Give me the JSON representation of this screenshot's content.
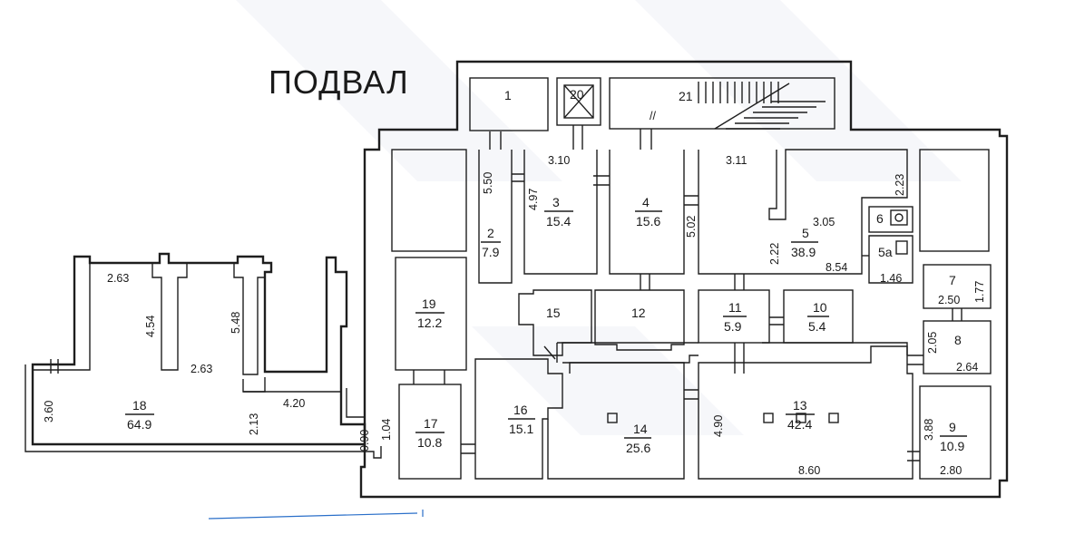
{
  "title": "ПОДВАЛ",
  "rooms": [
    {
      "id": "room-1",
      "number": "1",
      "area": ""
    },
    {
      "id": "room-2",
      "number": "2",
      "area": "7.9"
    },
    {
      "id": "room-3",
      "number": "3",
      "area": "15.4"
    },
    {
      "id": "room-4",
      "number": "4",
      "area": "15.6"
    },
    {
      "id": "room-5",
      "number": "5",
      "area": "38.9"
    },
    {
      "id": "room-5a",
      "number": "5а",
      "area": ""
    },
    {
      "id": "room-6",
      "number": "6",
      "area": ""
    },
    {
      "id": "room-7",
      "number": "7",
      "area": ""
    },
    {
      "id": "room-8",
      "number": "8",
      "area": ""
    },
    {
      "id": "room-9",
      "number": "9",
      "area": "10.9"
    },
    {
      "id": "room-10",
      "number": "10",
      "area": "5.4"
    },
    {
      "id": "room-11",
      "number": "11",
      "area": "5.9"
    },
    {
      "id": "room-12",
      "number": "12",
      "area": ""
    },
    {
      "id": "room-13",
      "number": "13",
      "area": "42.4"
    },
    {
      "id": "room-14",
      "number": "14",
      "area": "25.6"
    },
    {
      "id": "room-15",
      "number": "15",
      "area": ""
    },
    {
      "id": "room-16",
      "number": "16",
      "area": "15.1"
    },
    {
      "id": "room-17",
      "number": "17",
      "area": "10.8"
    },
    {
      "id": "room-18",
      "number": "18",
      "area": "64.9"
    },
    {
      "id": "room-19",
      "number": "19",
      "area": "12.2"
    },
    {
      "id": "room-20",
      "number": "20",
      "area": ""
    },
    {
      "id": "room-21",
      "number": "21",
      "area": ""
    }
  ],
  "dimensions": [
    "2.63",
    "4.54",
    "5.48",
    "2.63",
    "3.60",
    "4.20",
    "2.13",
    "0.90",
    "1.04",
    "5.50",
    "4.97",
    "3.10",
    "3.11",
    "5.02",
    "2.23",
    "3.05",
    "2.22",
    "8.54",
    "1.46",
    "2.50",
    "1.77",
    "2.05",
    "2.64",
    "4.90",
    "8.60",
    "3.88",
    "2.80"
  ],
  "marks": {
    "stair_mark": "//"
  }
}
